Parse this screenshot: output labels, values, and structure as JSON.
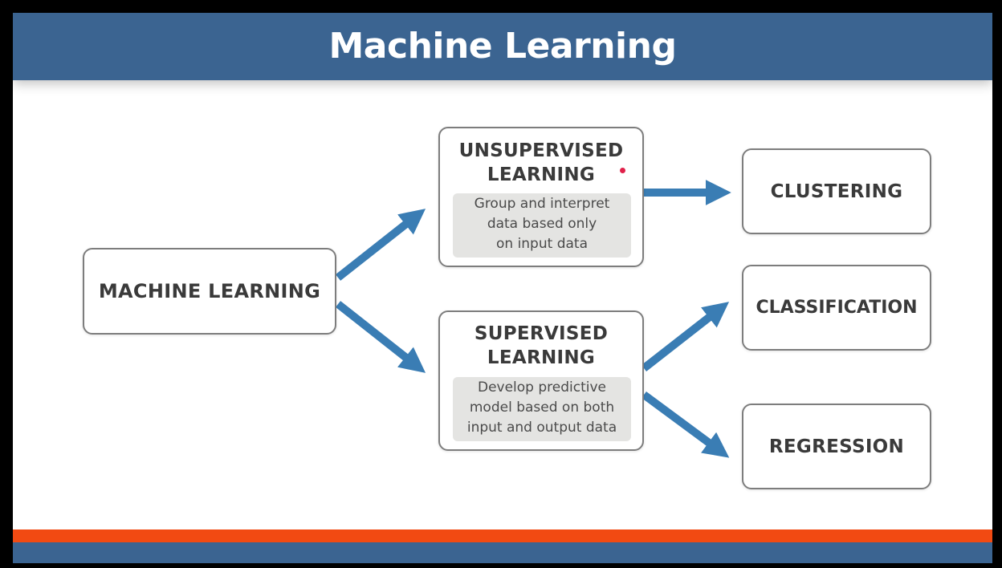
{
  "title": "Machine Learning",
  "nodes": {
    "root": {
      "label": "MACHINE LEARNING"
    },
    "unsupervised": {
      "heading": [
        "UNSUPERVISED",
        "LEARNING"
      ],
      "description": [
        "Group and interpret",
        "data based only",
        "on input data"
      ]
    },
    "supervised": {
      "heading": [
        "SUPERVISED",
        "LEARNING"
      ],
      "description": [
        "Develop predictive",
        "model based on both",
        "input and output data"
      ]
    },
    "clustering": {
      "label": "CLUSTERING"
    },
    "classification": {
      "label": "CLASSIFICATION"
    },
    "regression": {
      "label": "REGRESSION"
    }
  },
  "edges": [
    {
      "from": "root",
      "to": "unsupervised"
    },
    {
      "from": "root",
      "to": "supervised"
    },
    {
      "from": "unsupervised",
      "to": "clustering"
    },
    {
      "from": "supervised",
      "to": "classification"
    },
    {
      "from": "supervised",
      "to": "regression"
    }
  ],
  "colors": {
    "title_bar": "#3b6491",
    "accent_stripe": "#f24a12",
    "arrow": "#3a7db4",
    "box_border": "#7d7d7d",
    "description_fill": "#e4e4e2",
    "pointer_dot": "#e0204a"
  }
}
